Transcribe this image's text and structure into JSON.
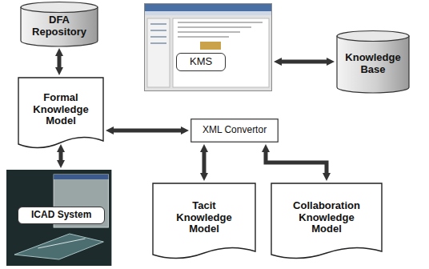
{
  "diagram": {
    "nodes": [
      {
        "text": [
          "DFA Repository"
        ]
      },
      {
        "text": [
          "KMS"
        ]
      },
      {
        "text": [
          "Knowledge Base"
        ]
      },
      {
        "text": [
          "Formal Knowledge Model"
        ]
      },
      {
        "text": [
          "XML Convertor"
        ]
      },
      {
        "text": [
          "ICAD System"
        ]
      },
      {
        "text": [
          "Tacit Knowledge Model"
        ]
      },
      {
        "text": [
          "Collaboration Knowledge Model"
        ]
      }
    ],
    "edges": [
      {
        "from": 0,
        "to": 3,
        "arrow": "both"
      },
      {
        "from": 1,
        "to": 2,
        "arrow": "both"
      },
      {
        "from": 3,
        "to": 4,
        "arrow": "both"
      },
      {
        "from": 3,
        "to": 5,
        "arrow": "both"
      },
      {
        "from": 4,
        "to": 6,
        "arrow": "both"
      },
      {
        "from": 4,
        "to": 7,
        "arrow": "both"
      }
    ]
  }
}
